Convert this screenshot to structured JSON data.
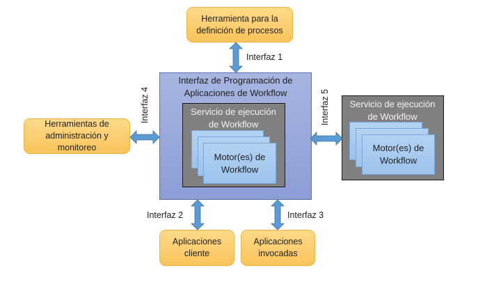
{
  "nodes": {
    "process_definition_tool": "Herramienta para la definición de procesos",
    "admin_monitoring_tools": "Herramientas de administración y monitoreo",
    "client_applications": "Aplicaciones cliente",
    "invoked_applications": "Aplicaciones invocadas",
    "api": {
      "title": "Interfaz de Programación de Aplicaciones de Workflow",
      "service": {
        "title": "Servicio de ejecución de Workflow",
        "engine": "Motor(es) de Workflow"
      }
    },
    "external_service": {
      "title": "Servicio de ejecución de Workflow",
      "engine": "Motor(es) de Workflow"
    }
  },
  "interfaces": {
    "i1": "Interfaz 1",
    "i2": "Interfaz 2",
    "i3": "Interfaz 3",
    "i4": "Interfaz 4",
    "i5": "Interfaz 5"
  },
  "colors": {
    "orange_fill": "#f8c45a",
    "api_fill": "#97a7dc",
    "service_fill": "#808080",
    "engine_fill": "#a8cbef",
    "arrow_fill": "#5b9bd5"
  }
}
